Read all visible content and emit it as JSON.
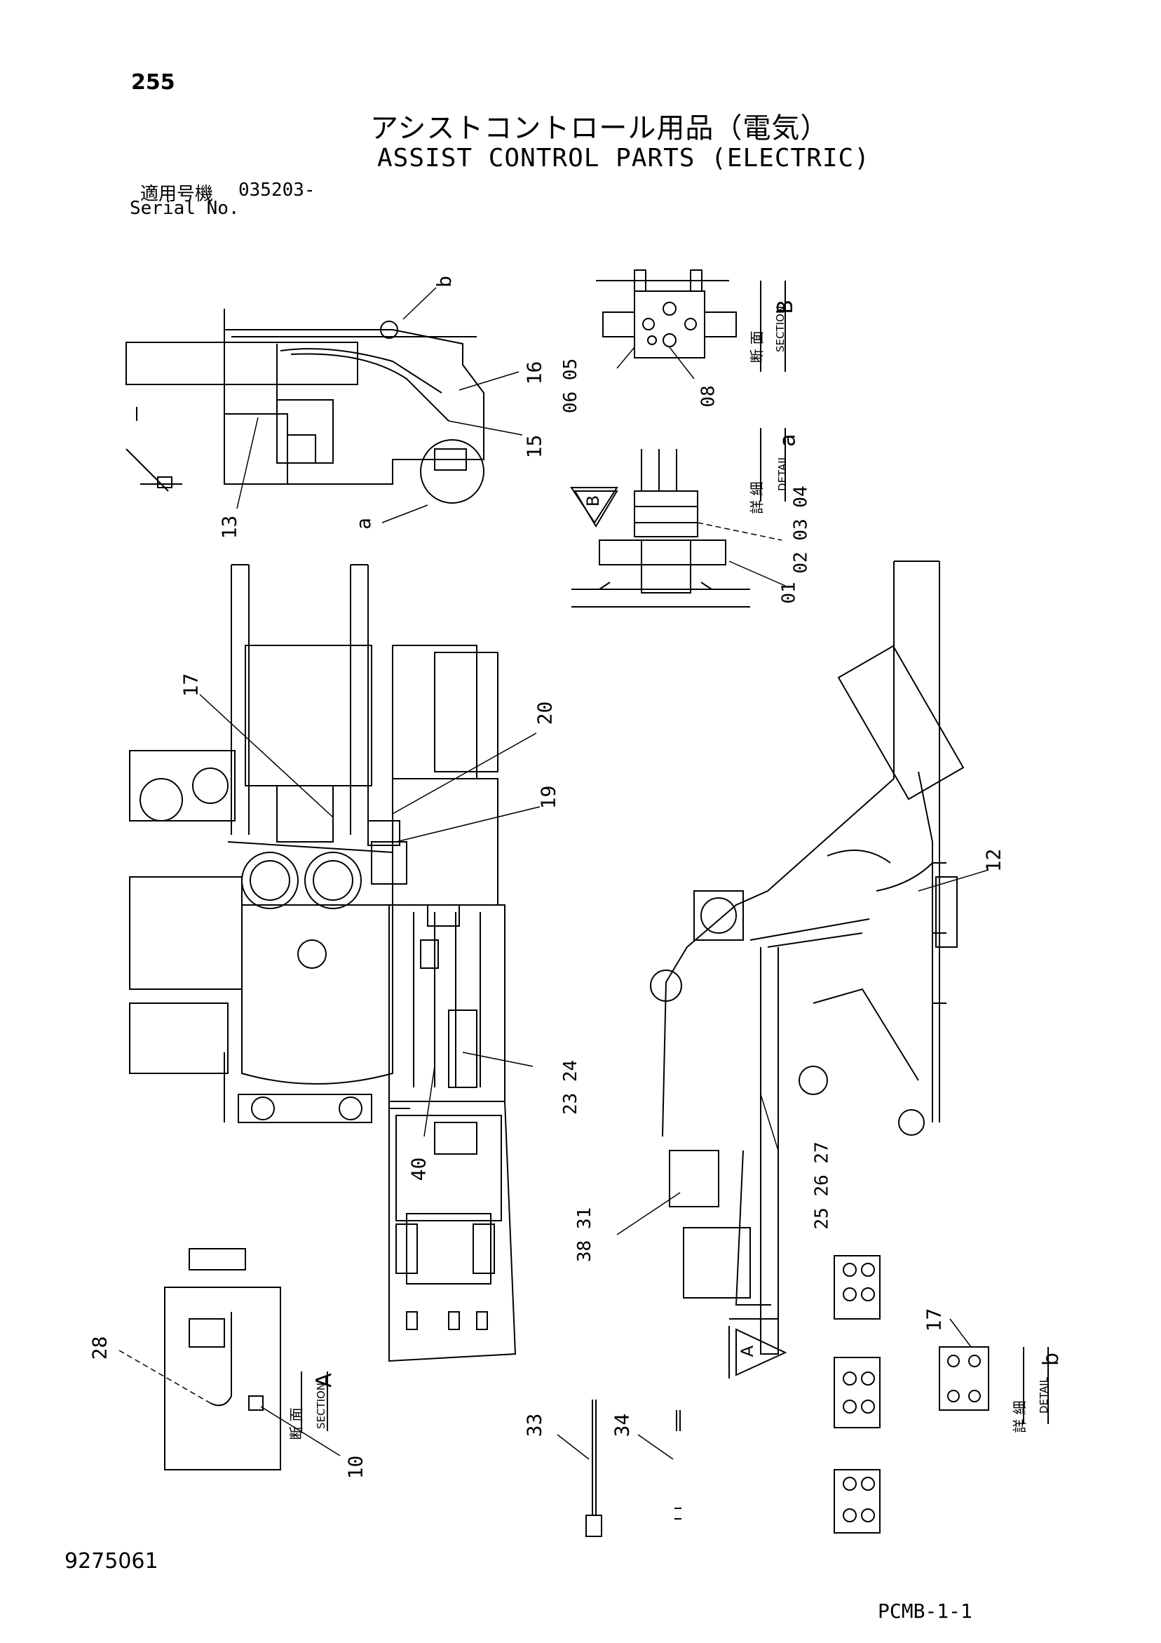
{
  "header": {
    "page_number": "255",
    "title_ja": "アシストコントロール用品（電気）",
    "title_en": "ASSIST CONTROL PARTS (ELECTRIC)",
    "serial_label_ja": "適用号機",
    "serial_value": "035203-",
    "serial_label_en": "Serial No."
  },
  "footer": {
    "document_id": "9275061",
    "drawing_code": "PCMB-1-1"
  },
  "views": {
    "section_b": {
      "ja": "断 面",
      "en": "SECTION",
      "letter": "B"
    },
    "detail_a": {
      "ja": "詳 細",
      "en": "DETAIL",
      "letter": "a"
    },
    "section_a": {
      "ja": "断 面",
      "en": "SECTION",
      "letter": "A"
    },
    "detail_b": {
      "ja": "詳 細",
      "en": "DETAIL",
      "letter": "b"
    },
    "arrow_b": "B",
    "arrow_a": "A"
  },
  "callouts": {
    "c13": "13",
    "ca": "a",
    "cb": "b",
    "c15": "15",
    "c16": "16",
    "c06_05": "06 05",
    "c08": "08",
    "c02_04": "02 03 04",
    "c01": "01",
    "c17": "17",
    "c20": "20",
    "c19": "19",
    "c12": "12",
    "c23_24": "23 24",
    "c40": "40",
    "c25_27": "25 26 27",
    "c38_31": "38 31",
    "c17b": "17",
    "c28": "28",
    "c10": "10",
    "c33": "33",
    "c34": "34"
  }
}
